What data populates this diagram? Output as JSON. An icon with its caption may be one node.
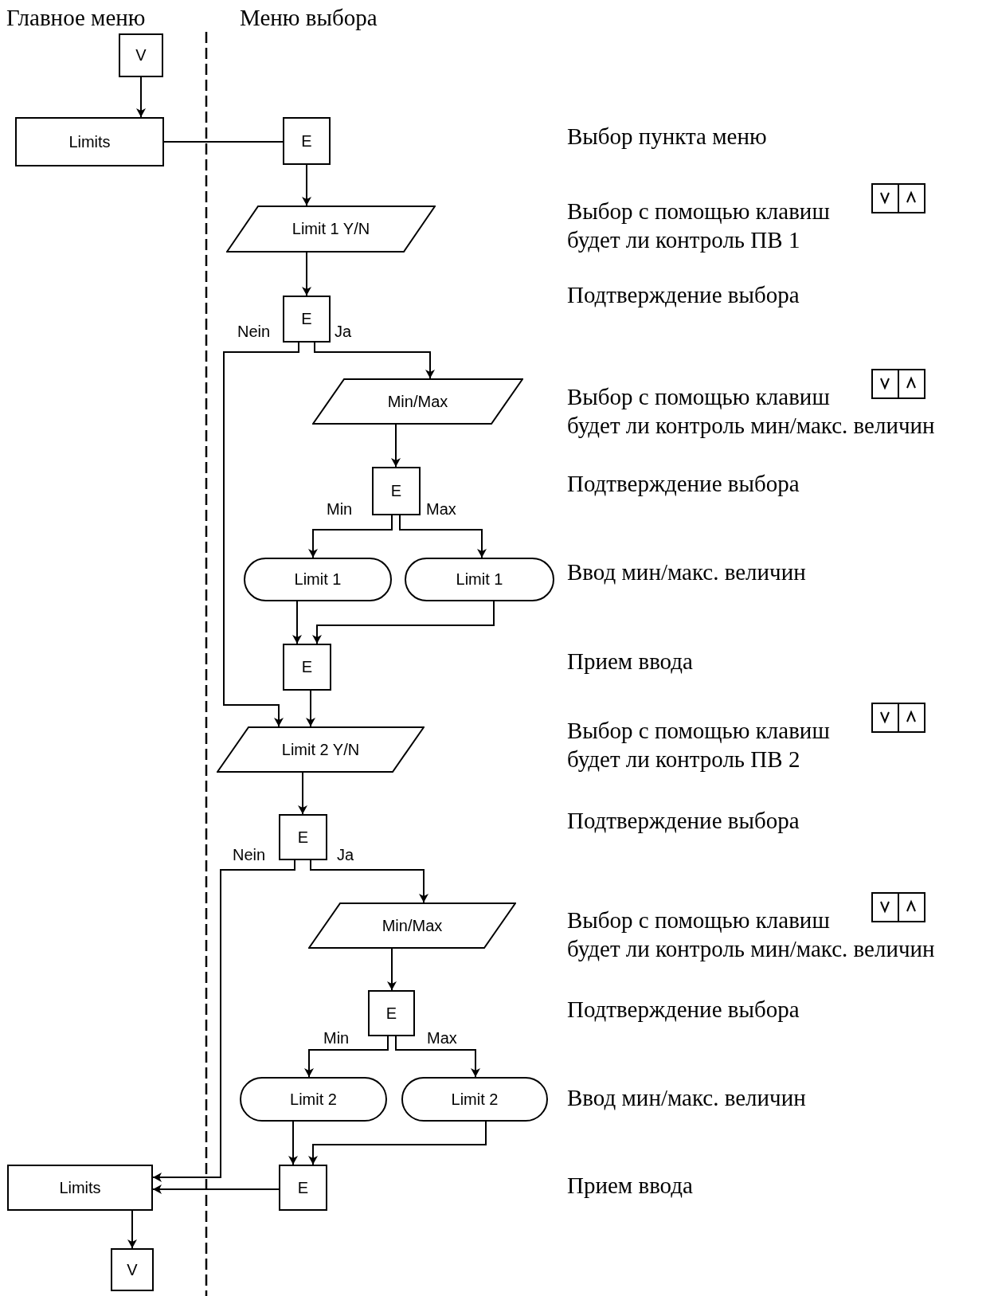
{
  "diagram": {
    "nodes": [
      {
        "text": [
          "V"
        ]
      },
      {
        "text": [
          "Limits"
        ]
      },
      {
        "text": [
          "E"
        ]
      },
      {
        "text": [
          "Limit 1 Y/N"
        ]
      },
      {
        "text": [
          "E"
        ]
      },
      {
        "text": [
          "Min/Max"
        ]
      },
      {
        "text": [
          "E"
        ]
      },
      {
        "text": [
          "Limit 1"
        ]
      },
      {
        "text": [
          "Limit 1"
        ]
      },
      {
        "text": [
          "E"
        ]
      },
      {
        "text": [
          "Limit 2 Y/N"
        ]
      },
      {
        "text": [
          "E"
        ]
      },
      {
        "text": [
          "Min/Max"
        ]
      },
      {
        "text": [
          "E"
        ]
      },
      {
        "text": [
          "Limit 2"
        ]
      },
      {
        "text": [
          "Limit 2"
        ]
      },
      {
        "text": [
          "E"
        ]
      },
      {
        "text": [
          "Limits"
        ]
      },
      {
        "text": [
          "V"
        ]
      }
    ],
    "edges": [
      {
        "from": 0,
        "to": 1,
        "arrow": "to"
      },
      {
        "from": 1,
        "to": 2,
        "arrow": "none"
      },
      {
        "from": 2,
        "to": 3,
        "arrow": "to"
      },
      {
        "from": 3,
        "to": 4,
        "arrow": "to"
      },
      {
        "from": 4,
        "to": 10,
        "arrow": "to",
        "label": "Nein"
      },
      {
        "from": 4,
        "to": 5,
        "arrow": "to",
        "label": "Ja"
      },
      {
        "from": 5,
        "to": 6,
        "arrow": "to"
      },
      {
        "from": 6,
        "to": 7,
        "arrow": "to",
        "label": "Min"
      },
      {
        "from": 6,
        "to": 8,
        "arrow": "to",
        "label": "Max"
      },
      {
        "from": 7,
        "to": 9,
        "arrow": "to"
      },
      {
        "from": 8,
        "to": 9,
        "arrow": "to"
      },
      {
        "from": 9,
        "to": 10,
        "arrow": "to"
      },
      {
        "from": 10,
        "to": 11,
        "arrow": "to"
      },
      {
        "from": 11,
        "to": 17,
        "arrow": "to",
        "label": "Nein"
      },
      {
        "from": 11,
        "to": 12,
        "arrow": "to",
        "label": "Ja"
      },
      {
        "from": 12,
        "to": 13,
        "arrow": "to"
      },
      {
        "from": 13,
        "to": 14,
        "arrow": "to",
        "label": "Min"
      },
      {
        "from": 13,
        "to": 15,
        "arrow": "to",
        "label": "Max"
      },
      {
        "from": 14,
        "to": 16,
        "arrow": "to"
      },
      {
        "from": 15,
        "to": 16,
        "arrow": "to"
      },
      {
        "from": 16,
        "to": 17,
        "arrow": "to"
      },
      {
        "from": 17,
        "to": 18,
        "arrow": "to"
      }
    ],
    "labels": [
      "Главное меню",
      "Меню выбора",
      "Выбор пункта меню",
      "Выбор с помощью клавиш будет ли контроль ПВ 1",
      "Подтверждение выбора",
      "Выбор с помощью клавиш будет ли контроль мин/макс. величин",
      "Подтверждение выбора",
      "Ввод мин/макс. величин",
      "Прием ввода",
      "Выбор с помощью клавиш будет ли контроль ПВ 2",
      "Подтверждение выбора",
      "Выбор с помощью клавиш будет ли контроль мин/макс. величин",
      "Подтверждение выбора",
      "Ввод мин/макс. величин",
      "Прием ввода"
    ]
  }
}
